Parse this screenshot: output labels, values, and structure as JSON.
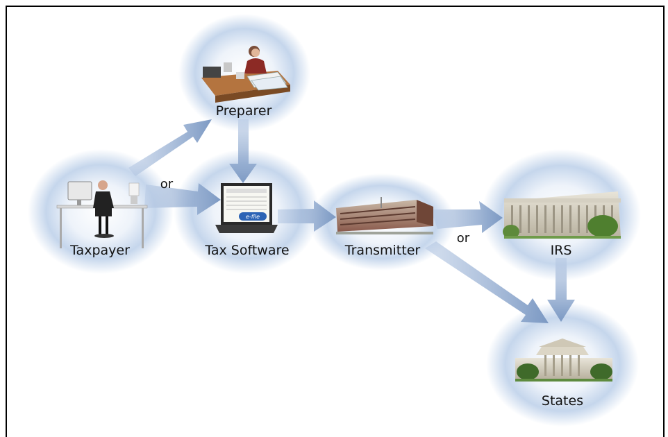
{
  "nodes": {
    "preparer": "Preparer",
    "taxpayer": "Taxpayer",
    "tax_software": "Tax Software",
    "transmitter": "Transmitter",
    "irs": "IRS",
    "states": "States"
  },
  "connectors": {
    "or_left": "or",
    "or_right": "or"
  },
  "software_badge": "e-file",
  "colors": {
    "arrow": "#7f9cc6",
    "halo": "#b6c9e4",
    "frame": "#000000"
  }
}
